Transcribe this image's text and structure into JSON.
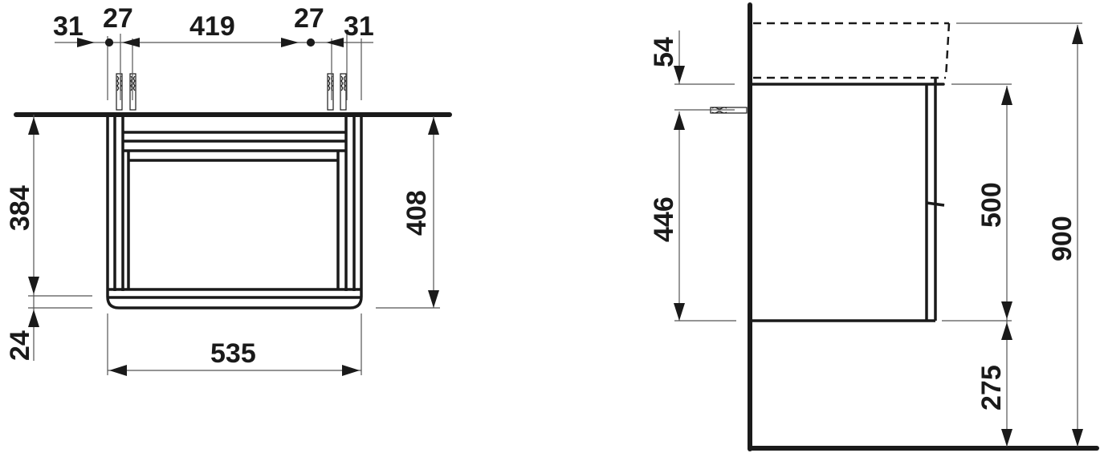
{
  "front_view": {
    "dimensions": {
      "left_edge_offset": "31",
      "left_anchor_spacing": "27",
      "anchor_center_distance": "419",
      "right_anchor_spacing": "27",
      "right_edge_offset": "31",
      "height_to_shelf": "384",
      "bottom_panel": "24",
      "overall_height": "408",
      "width": "535"
    }
  },
  "side_view": {
    "dimensions": {
      "top_offset": "54",
      "anchor_to_bottom": "446",
      "cabinet_height": "500",
      "floor_clearance": "275",
      "overall_height": "900"
    }
  },
  "colors": {
    "line": "#1a1a1a",
    "dimension_line": "#555555",
    "background": "#ffffff"
  }
}
